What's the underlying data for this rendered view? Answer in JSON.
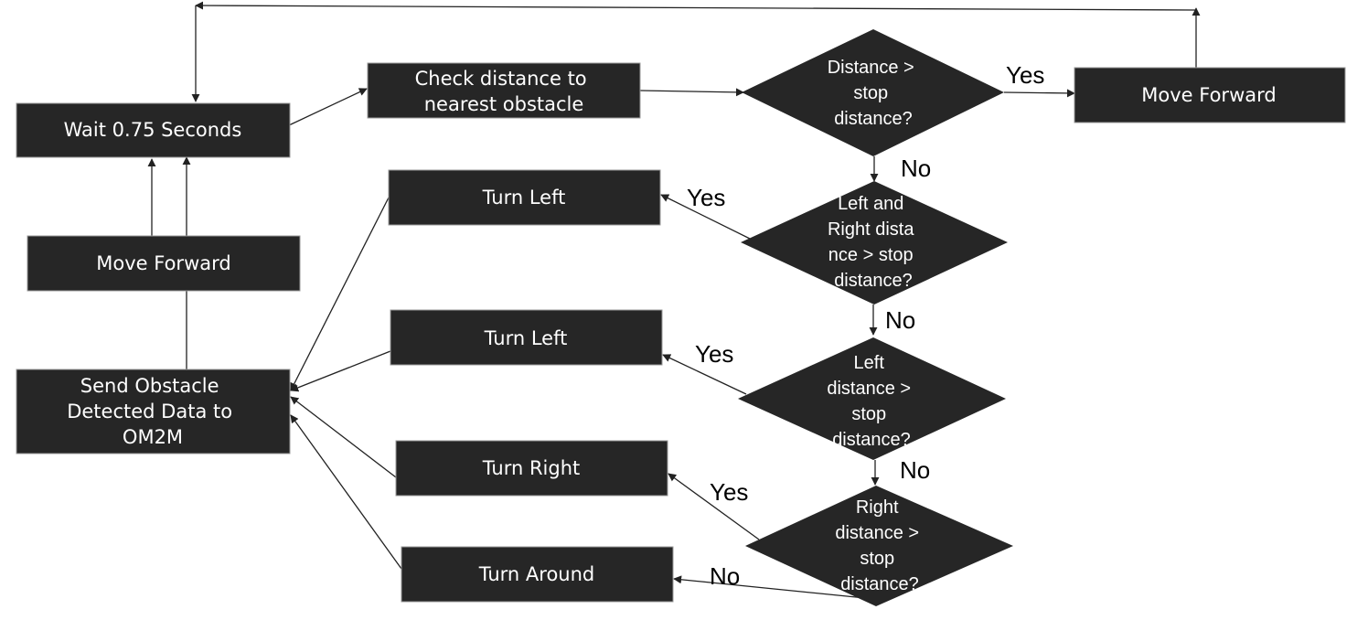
{
  "nodes": {
    "wait": [
      "Wait 0.75 Seconds"
    ],
    "check": [
      "Check distance to",
      "nearest obstacle"
    ],
    "move_forward_right": [
      "Move Forward"
    ],
    "move_forward_left": [
      "Move Forward"
    ],
    "send": [
      "Send Obstacle",
      "Detected Data to",
      "OM2M"
    ],
    "turn_left_1": [
      "Turn Left"
    ],
    "turn_left_2": [
      "Turn Left"
    ],
    "turn_right": [
      "Turn Right"
    ],
    "turn_around": [
      "Turn Around"
    ],
    "decision_distance": [
      "Distance >",
      "stop",
      "distance?"
    ],
    "decision_left_right": [
      "Left and",
      "Right dista",
      "nce > stop",
      "distance?"
    ],
    "decision_left": [
      "Left",
      "distance >",
      "stop",
      "distance?"
    ],
    "decision_right": [
      "Right",
      "distance >",
      "stop",
      "distance?"
    ]
  },
  "labels": {
    "d1_yes": "Yes",
    "d1_no": "No",
    "d2_yes": "Yes",
    "d2_no": "No",
    "d3_yes": "Yes",
    "d3_no": "No",
    "d4_yes": "Yes",
    "d4_no": "No"
  }
}
